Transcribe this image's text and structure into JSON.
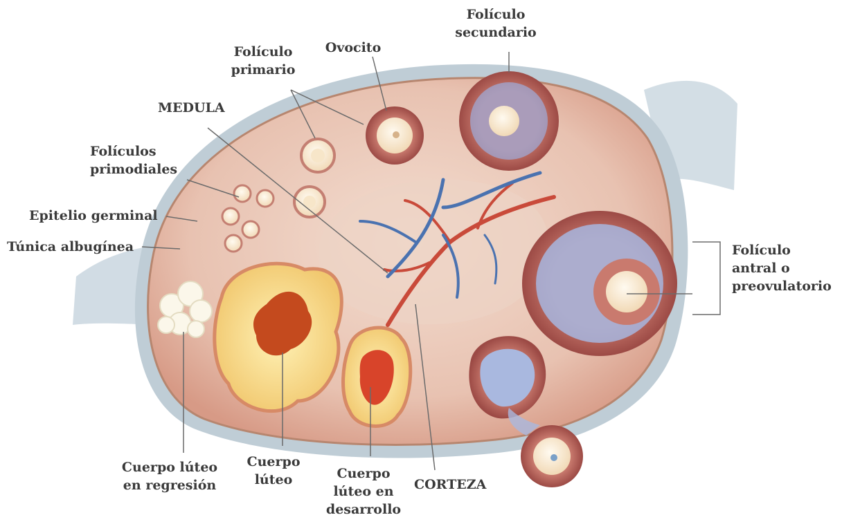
{
  "labels": {
    "foliculo_secundario": "Folículo\nsecundario",
    "ovocito": "Ovocito",
    "foliculo_primario": "Folículo\nprimario",
    "medula": "MEDULA",
    "foliculos_primordiales": "Folículos\nprimodiales",
    "epitelio_germinal": "Epitelio germinal",
    "tunica_albuginea": "Túnica albugínea",
    "foliculo_antral": "Folículo\nantral o\npreovulatorio",
    "cuerpo_luteo_regresion": "Cuerpo lúteo\nen regresión",
    "cuerpo_luteo": "Cuerpo\nlúteo",
    "cuerpo_luteo_desarrollo": "Cuerpo\nlúteo en\ndesarrollo",
    "corteza": "CORTEZA"
  }
}
